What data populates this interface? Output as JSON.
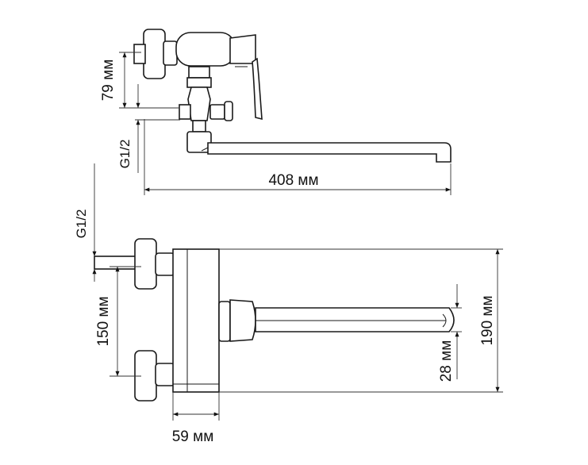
{
  "dimensions": {
    "top_height": "79 мм",
    "top_thread": "G1/2",
    "spout_length": "408 мм",
    "side_thread": "G1/2",
    "inlet_spacing": "150 мм",
    "body_height": "190 мм",
    "spout_height": "28 мм",
    "body_depth": "59 мм"
  }
}
